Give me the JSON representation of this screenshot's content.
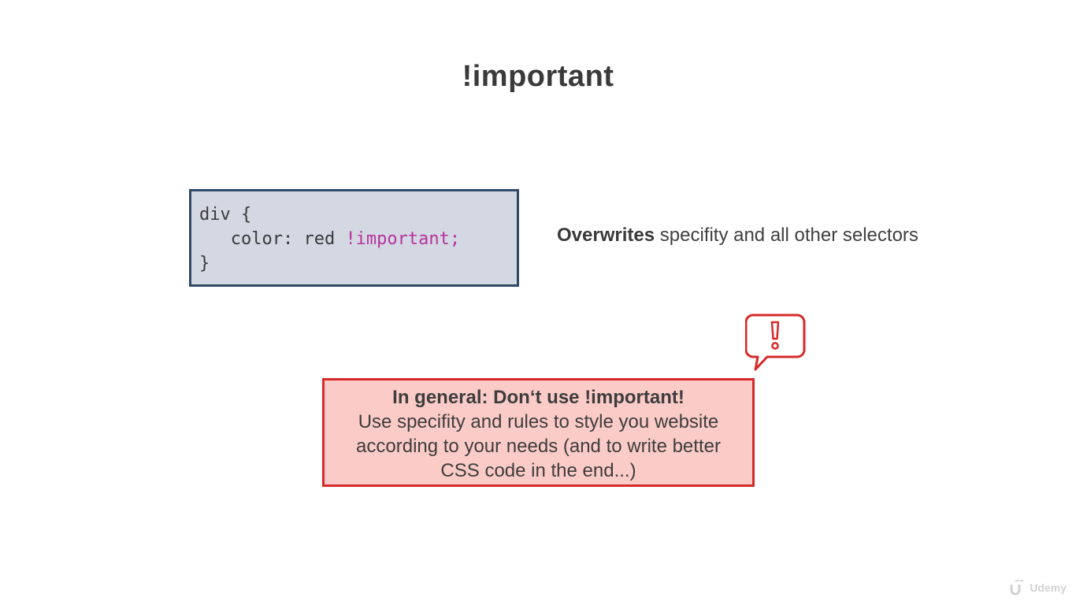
{
  "slide": {
    "title": "!important"
  },
  "code": {
    "line1": "div {",
    "line2_prefix": "   color: red ",
    "line2_keyword": "!important;",
    "line3": "}"
  },
  "description": {
    "bold": "Overwrites",
    "rest": " specifity and all other selectors"
  },
  "warning": {
    "heading": "In general: Don‘t use !important!",
    "line1": "Use specifity and rules to style you website",
    "line2": "according to your needs (and to write better",
    "line3": "CSS code in the end...)",
    "icon": "speech-bubble-exclamation-icon"
  },
  "watermark": {
    "text": "Udemy",
    "icon": "udemy-logo-icon"
  },
  "colors": {
    "code_bg": "#d3d8e3",
    "code_border": "#2f4a66",
    "keyword": "#b8329b",
    "warn_bg": "#fbcbc7",
    "warn_border": "#d62a2a"
  }
}
